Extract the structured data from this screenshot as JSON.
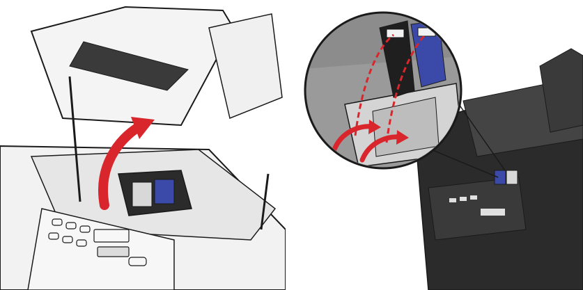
{
  "figure": {
    "panels": [
      {
        "id": "left",
        "arrow_count": 1
      },
      {
        "id": "right",
        "arrow_count": 2
      }
    ],
    "colors": {
      "printer_body": "#f2f2f2",
      "printer_outline": "#1a1a1a",
      "printer_dark": "#2b2b2b",
      "arrow_red": "#d9262c",
      "cartridge_blue": "#3b4aa8",
      "shadow_gray": "#c8c8c8",
      "zoom_background": "#8c8c8c"
    },
    "icons": [
      "printer-open-icon",
      "ink-cartridge-icon",
      "curved-arrow-icon",
      "magnifier-callout-icon"
    ]
  }
}
